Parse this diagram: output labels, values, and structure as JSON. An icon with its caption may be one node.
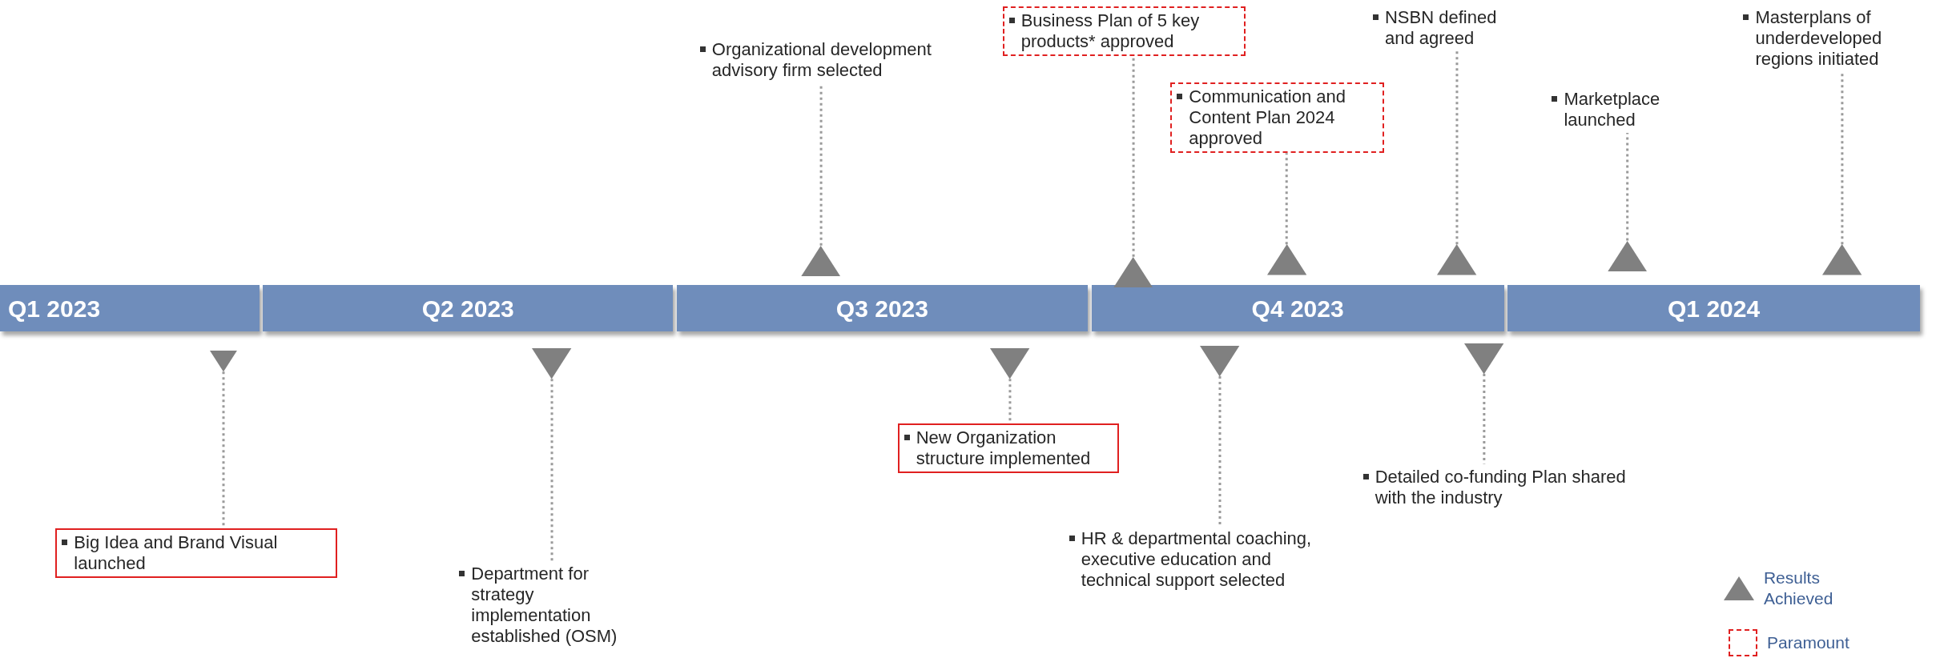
{
  "diagram": {
    "nodes": [
      {
        "text": [
          "Q1 2023"
        ]
      },
      {
        "text": [
          "Q2 2023"
        ]
      },
      {
        "text": [
          "Q3 2023"
        ]
      },
      {
        "text": [
          "Q4 2023"
        ]
      },
      {
        "text": [
          "Q1 2024"
        ]
      },
      {
        "text": [
          "Organizational development advisory firm selected"
        ]
      },
      {
        "text": [
          "Business Plan of 5 key products* approved"
        ]
      },
      {
        "text": [
          "Communication and Content Plan 2024 approved"
        ]
      },
      {
        "text": [
          "NSBN defined and agreed"
        ]
      },
      {
        "text": [
          "Marketplace launched"
        ]
      },
      {
        "text": [
          "Masterplans of underdeveloped regions initiated"
        ]
      },
      {
        "text": [],
        "shape": "triangle"
      },
      {
        "text": [],
        "shape": "triangle"
      },
      {
        "text": [],
        "shape": "triangle"
      },
      {
        "text": [],
        "shape": "triangle"
      },
      {
        "text": [],
        "shape": "triangle"
      },
      {
        "text": [],
        "shape": "triangle"
      },
      {
        "text": [],
        "shape": "triangle"
      },
      {
        "text": [],
        "shape": "triangle"
      },
      {
        "text": [],
        "shape": "triangle"
      },
      {
        "text": [],
        "shape": "triangle"
      },
      {
        "text": [],
        "shape": "triangle"
      },
      {
        "text": [
          "Big Idea and Brand Visual launched"
        ]
      },
      {
        "text": [
          "Department for strategy implementation established (OSM)"
        ]
      },
      {
        "text": [
          "New Organization structure implemented"
        ]
      },
      {
        "text": [
          "HR & departmental coaching, executive education and technical support selected"
        ]
      },
      {
        "text": [
          "Detailed co-funding Plan shared with the industry"
        ]
      }
    ],
    "edges": [
      {
        "from": 11,
        "to": 5,
        "arrow": "none",
        "style": "dashed"
      },
      {
        "from": 12,
        "to": 6,
        "arrow": "none",
        "style": "dashed"
      },
      {
        "from": 13,
        "to": 7,
        "arrow": "none",
        "style": "dashed"
      },
      {
        "from": 14,
        "to": 8,
        "arrow": "none",
        "style": "dashed"
      },
      {
        "from": 15,
        "to": 9,
        "arrow": "none",
        "style": "dashed"
      },
      {
        "from": 16,
        "to": 10,
        "arrow": "none",
        "style": "dashed"
      },
      {
        "from": 17,
        "to": 22,
        "arrow": "none",
        "style": "dashed"
      },
      {
        "from": 18,
        "to": 23,
        "arrow": "none",
        "style": "dashed"
      },
      {
        "from": 19,
        "to": 24,
        "arrow": "none",
        "style": "dashed"
      },
      {
        "from": 20,
        "to": 25,
        "arrow": "none",
        "style": "dashed"
      },
      {
        "from": 21,
        "to": 26,
        "arrow": "none",
        "style": "dashed"
      }
    ],
    "legend": [
      {
        "text": "Results Achieved"
      },
      {
        "text": "Paramount"
      }
    ]
  }
}
